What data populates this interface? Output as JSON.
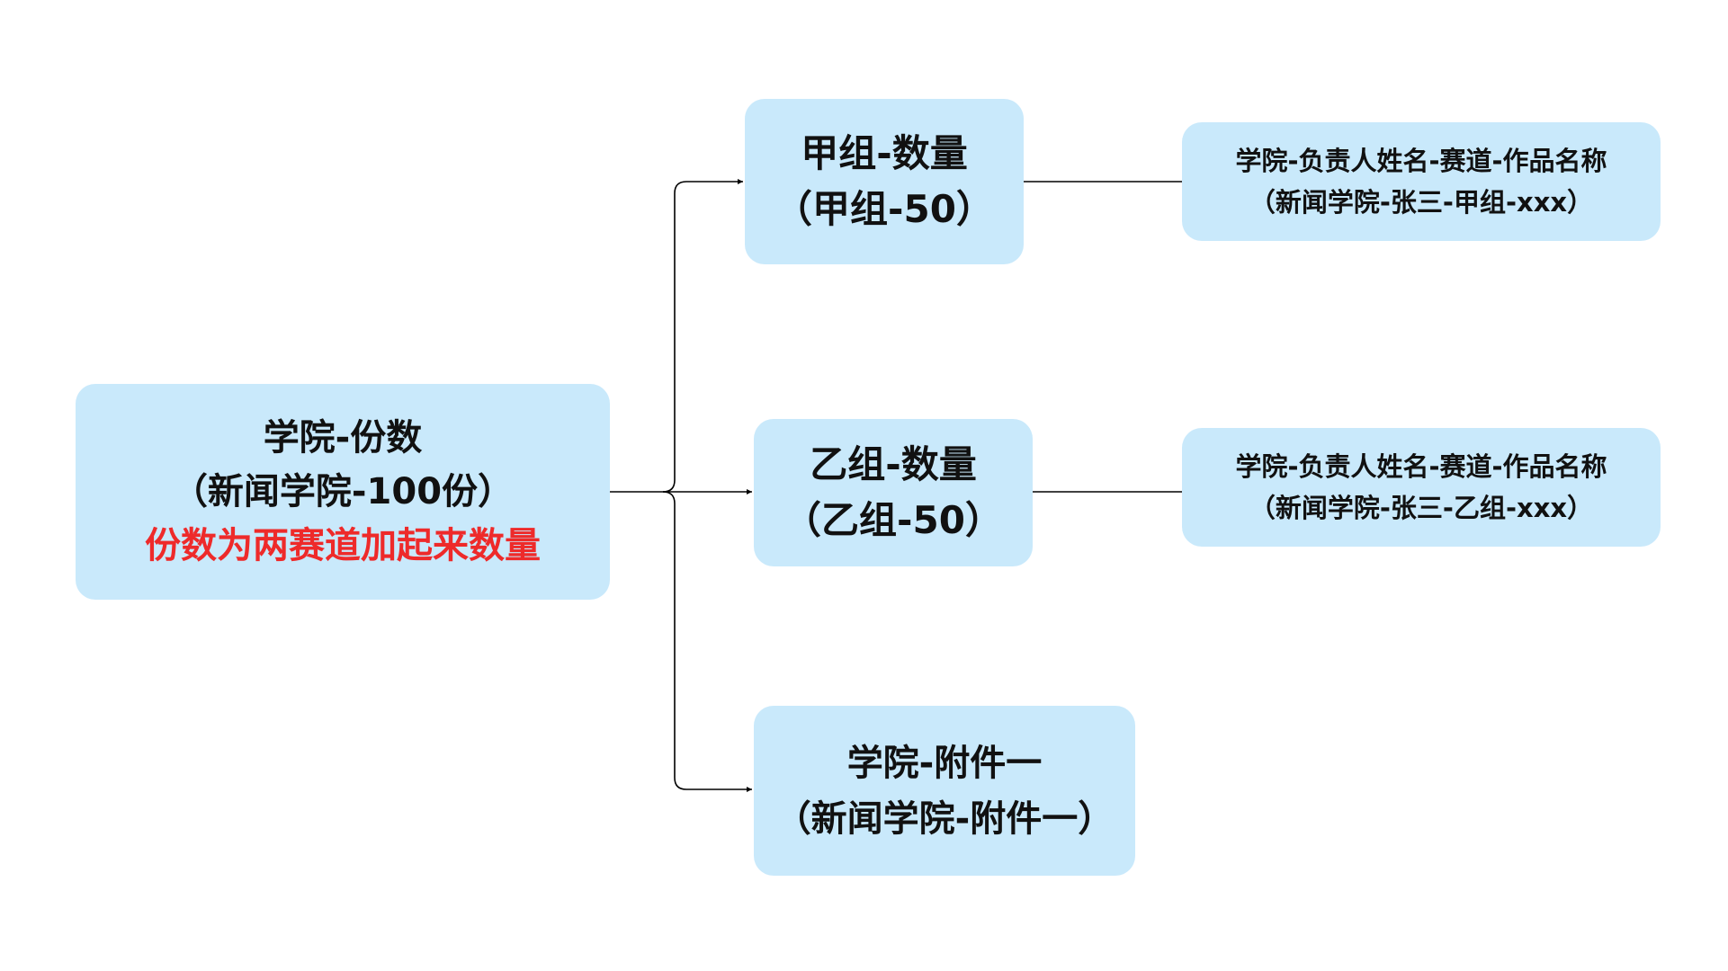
{
  "diagram": {
    "root": {
      "title": "学院-份数",
      "example": "（新闻学院-100份）",
      "note": "份数为两赛道加起来数量",
      "note_color": "#ee2a2a"
    },
    "group_a": {
      "title": "甲组-数量",
      "example": "（甲组-50）"
    },
    "group_b": {
      "title": "乙组-数量",
      "example": "（乙组-50）"
    },
    "attachment": {
      "title": "学院-附件一",
      "example": "（新闻学院-附件一）"
    },
    "naming_a": {
      "title": "学院-负责人姓名-赛道-作品名称",
      "example": "（新闻学院-张三-甲组-xxx）"
    },
    "naming_b": {
      "title": "学院-负责人姓名-赛道-作品名称",
      "example": "（新闻学院-张三-乙组-xxx）"
    },
    "colors": {
      "node_fill": "#c9e9fb",
      "text": "#111111",
      "connector": "#000000"
    }
  }
}
